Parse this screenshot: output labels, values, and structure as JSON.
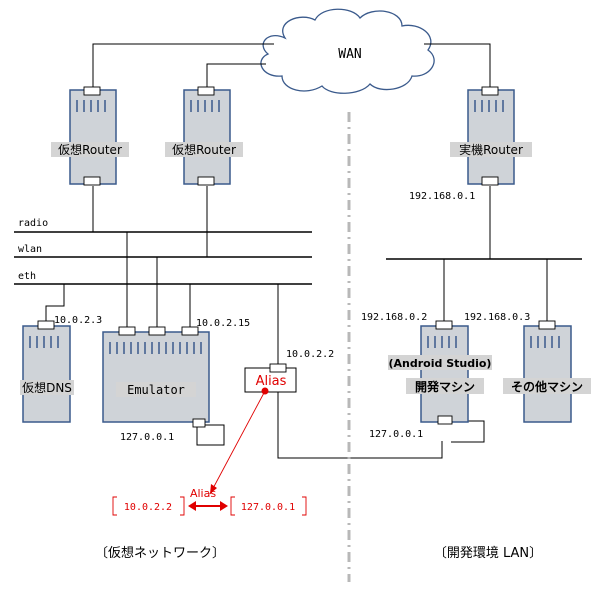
{
  "wan": {
    "label": "WAN"
  },
  "networks": {
    "radio": "radio",
    "wlan": "wlan",
    "eth": "eth"
  },
  "routers": {
    "virtual1": "仮想Router",
    "virtual2": "仮想Router",
    "real": "実機Router"
  },
  "devices": {
    "dns": "仮想DNS",
    "emulator": "Emulator",
    "dev_machine_line1": "(Android Studio)",
    "dev_machine_line2": "開発マシン",
    "other_machine": "その他マシン"
  },
  "addresses": {
    "real_router": "192.168.0.1",
    "dns": "10.0.2.3",
    "emulator": "10.0.2.15",
    "emulator_loopback": "127.0.0.1",
    "alias_host": "10.0.2.2",
    "dev_machine": "192.168.0.2",
    "other_machine": "192.168.0.3",
    "dev_loopback": "127.0.0.1"
  },
  "alias": {
    "box_label": "Alias",
    "arrow_label": "Alias",
    "from": "10.0.2.2",
    "to": "127.0.0.1"
  },
  "regions": {
    "virtual": "〔仮想ネットワーク〕",
    "dev_lan": "〔開発環境 LAN〕"
  },
  "colors": {
    "device_fill": "#cfd3d8",
    "device_border": "#3a5a8c",
    "alias_red": "#e00000",
    "port_fill": "#ffffff"
  }
}
